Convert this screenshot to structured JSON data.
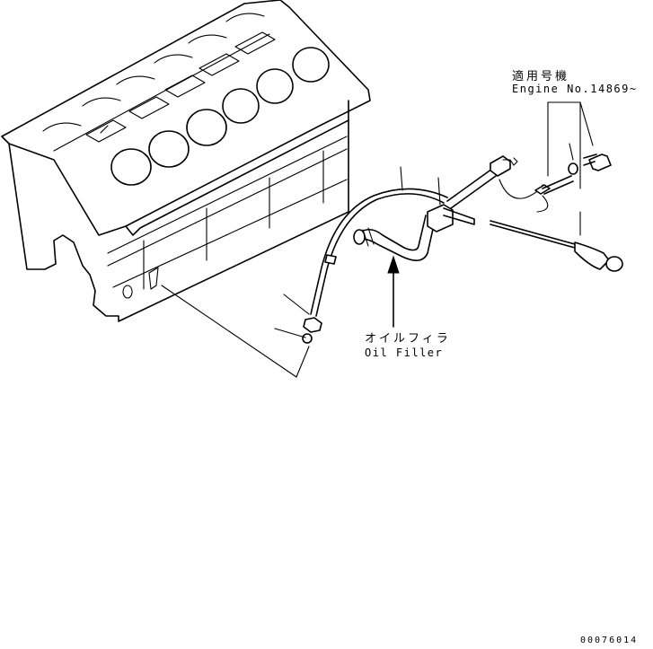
{
  "labels": {
    "applicable_serial_jp": "適用号機",
    "applicable_serial_en": "Engine No.14869~",
    "oil_filler_jp": "オイルフィラ",
    "oil_filler_en": "Oil Filler",
    "drawing_number": "00076014"
  }
}
